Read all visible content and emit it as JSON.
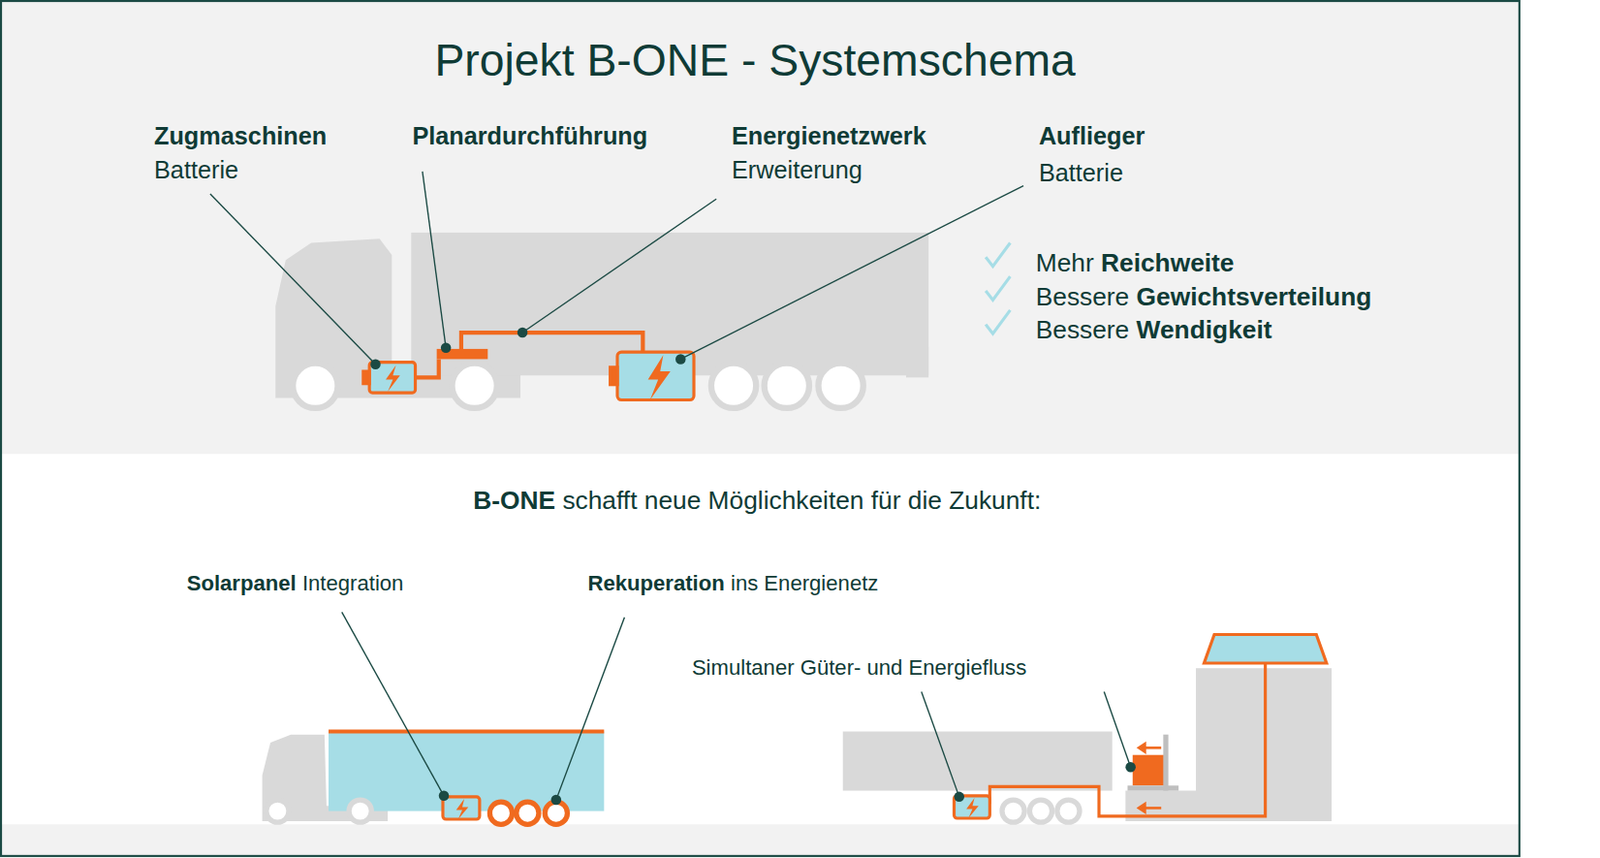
{
  "diagram": {
    "title": "Projekt B-ONE - Systemschema",
    "labels": [
      "Zugmaschinen",
      "Batterie",
      "Planardurchführung",
      "Energienetzwerk",
      "Erweiterung",
      "Auflieger",
      "Batterie",
      "Mehr",
      "Reichweite",
      "Bessere",
      "Gewichtsverteilung",
      "Bessere",
      "Wendigkeit",
      "B-ONE",
      "schafft neue Möglichkeiten für die Zukunft:",
      "Solarpanel",
      "Integration",
      "Rekuperation",
      "ins Energienetz",
      "Simultaner Güter- und Energiefluss"
    ]
  }
}
